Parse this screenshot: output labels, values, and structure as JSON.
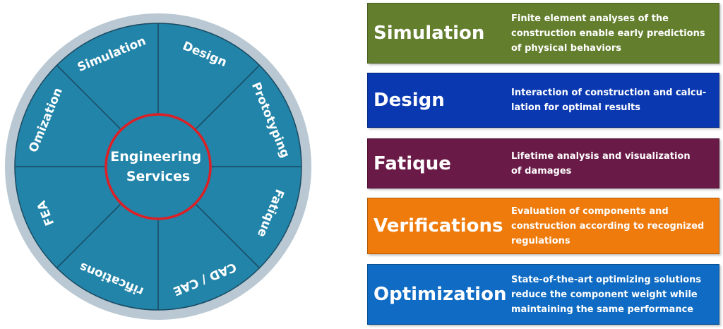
{
  "wheel": {
    "center_label": [
      "Engineering",
      "Services"
    ],
    "segments": [
      "Design",
      "Prototyping",
      "Fatique",
      "CAD / CAE",
      "rifications",
      "FEA",
      "Omization",
      "Simulation"
    ],
    "colors": {
      "ring": "#b9c8d2",
      "fill": "#2284a8",
      "line": "#1a4a63",
      "accent": "#dd1f26"
    }
  },
  "services": [
    {
      "title": "Simulation",
      "description": "Finite element analyses of the\nconstruction enable early predictions\nof physical behaviors",
      "color": "#637e2d"
    },
    {
      "title": "Design",
      "description": "Interaction of construction and calcu-\nlation for optimal results",
      "color": "#0a38b0"
    },
    {
      "title": "Fatique",
      "description": "Lifetime analysis and visualization\nof damages",
      "color": "#6a1a47"
    },
    {
      "title": "Verifications",
      "description": "Evaluation of components and\nconstruction according to recognized\nregulations",
      "color": "#ee7b0c"
    },
    {
      "title": "Optimization",
      "description": "State-of-the-art optimizing solutions\nreduce the component weight while\nmaintaining the same performance",
      "color": "#0f6bc3"
    }
  ]
}
